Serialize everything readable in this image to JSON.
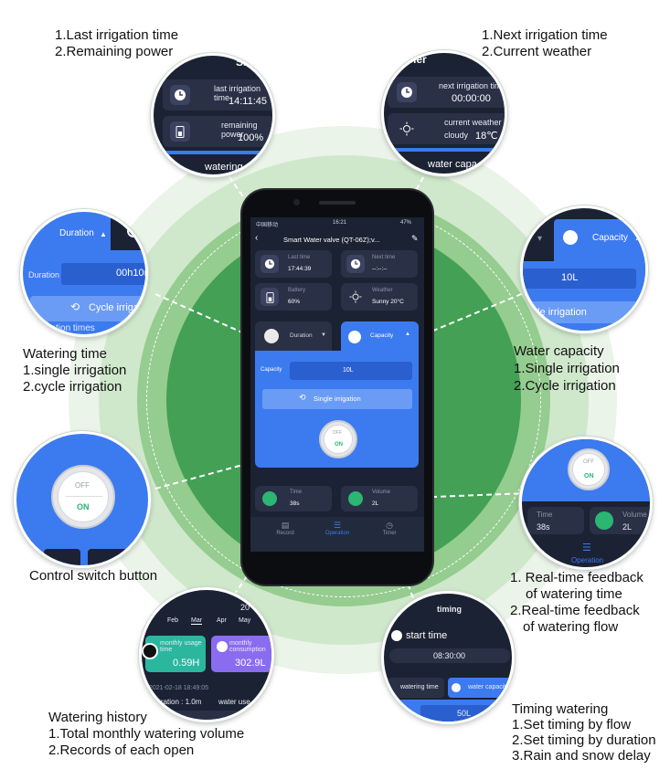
{
  "callouts": {
    "top_left": [
      "1.Last irrigation time",
      "2.Remaining power"
    ],
    "top_right": [
      "1.Next irrigation time",
      "2.Current weather"
    ],
    "mid_left": [
      "Watering time",
      "1.single irrigation",
      "2.cycle irrigation"
    ],
    "mid_right": [
      "Water capacity",
      "1.Single irrigation",
      "2.Cycle irrigation"
    ],
    "switch_left": [
      "Control switch button"
    ],
    "feedback_right": [
      "1. Real-time feedback",
      "of watering time",
      "2.Real-time feedback",
      "of watering flow"
    ],
    "history": [
      "Watering history",
      "1.Total monthly watering volume",
      "2.Records of each open"
    ],
    "timing": [
      "Timing watering",
      "1.Set timing by flow",
      "2.Set timing by duration",
      "3.Rain and snow delay"
    ]
  },
  "zoom_last": {
    "header_fragment": "Sm",
    "last_label": "last irrigation time",
    "last_value": "14:11:45",
    "power_label": "remaining power",
    "power_value": "100%",
    "bottom_fragment": "watering"
  },
  "zoom_next": {
    "header_fragment": "her",
    "next_label": "next irrigation time",
    "next_value": "00:00:00",
    "weather_label": "current weather",
    "weather_value": "cloudy",
    "weather_temp": "18℃",
    "bottom_fragment": "water capa"
  },
  "zoom_duration": {
    "tab": "Duration",
    "field_label": "Duration",
    "field_value": "00h10m",
    "cycle_btn": "Cycle irrigat",
    "times": "rrigation times"
  },
  "zoom_capacity": {
    "tab": "Capacity",
    "field_value": "10L",
    "single_btn": "gle irrigation"
  },
  "zoom_switch": {
    "off": "OFF",
    "on": "ON"
  },
  "zoom_feedback": {
    "off": "OFF",
    "on": "ON",
    "time_label": "Time",
    "time_value": "38s",
    "volume_label": "Volume",
    "volume_value": "2L",
    "nav_label": "Operation"
  },
  "zoom_history": {
    "year_fragment": "20",
    "months": [
      "Feb",
      "Mar",
      "Apr",
      "May"
    ],
    "usage_label": "monthly usage time",
    "usage_value": "0.59H",
    "consumption_label": "monthly consumption",
    "consumption_value": "302.9L",
    "record_time": "2021-02-18 18:49:05",
    "duration_text": "duration : 1.0m",
    "water_use_text": "water use :"
  },
  "zoom_timing": {
    "title": "timing",
    "start_label": "start time",
    "start_value": "08:30:00",
    "tab_time": "watering time",
    "tab_capacity": "water capacity",
    "field_fragment": "ity",
    "field_value": "50L"
  },
  "phone": {
    "status_left": "中国移动",
    "status_time": "16:21",
    "status_right": "47%",
    "title": "Smart Water valve (QT-06Z);v...",
    "last_time_label": "Last time",
    "last_time_value": "17:44:39",
    "next_time_label": "Next time",
    "next_time_value": "--:--:--",
    "battery_label": "Battery",
    "battery_value": "60%",
    "weather_label": "Weather",
    "weather_value": "Sunny 20°C",
    "tab_duration": "Duration",
    "tab_capacity": "Capacity",
    "capacity_label": "Capacity",
    "capacity_value": "10L",
    "single_btn": "Single irrigation",
    "off": "OFF",
    "on": "ON",
    "time_label": "Time",
    "time_value": "38s",
    "volume_label": "Volume",
    "volume_value": "2L",
    "nav": [
      "Record",
      "Operation",
      "Timer"
    ]
  },
  "colors": {
    "ring_outer": "#e8f3e7",
    "ring_mid": "#c9e5c5",
    "ring_inner": "#8fc78a",
    "ring_core": "#3f9a52",
    "app_dark": "#1b2233",
    "app_blue": "#3c7af0",
    "accent_green": "#2bb673"
  }
}
